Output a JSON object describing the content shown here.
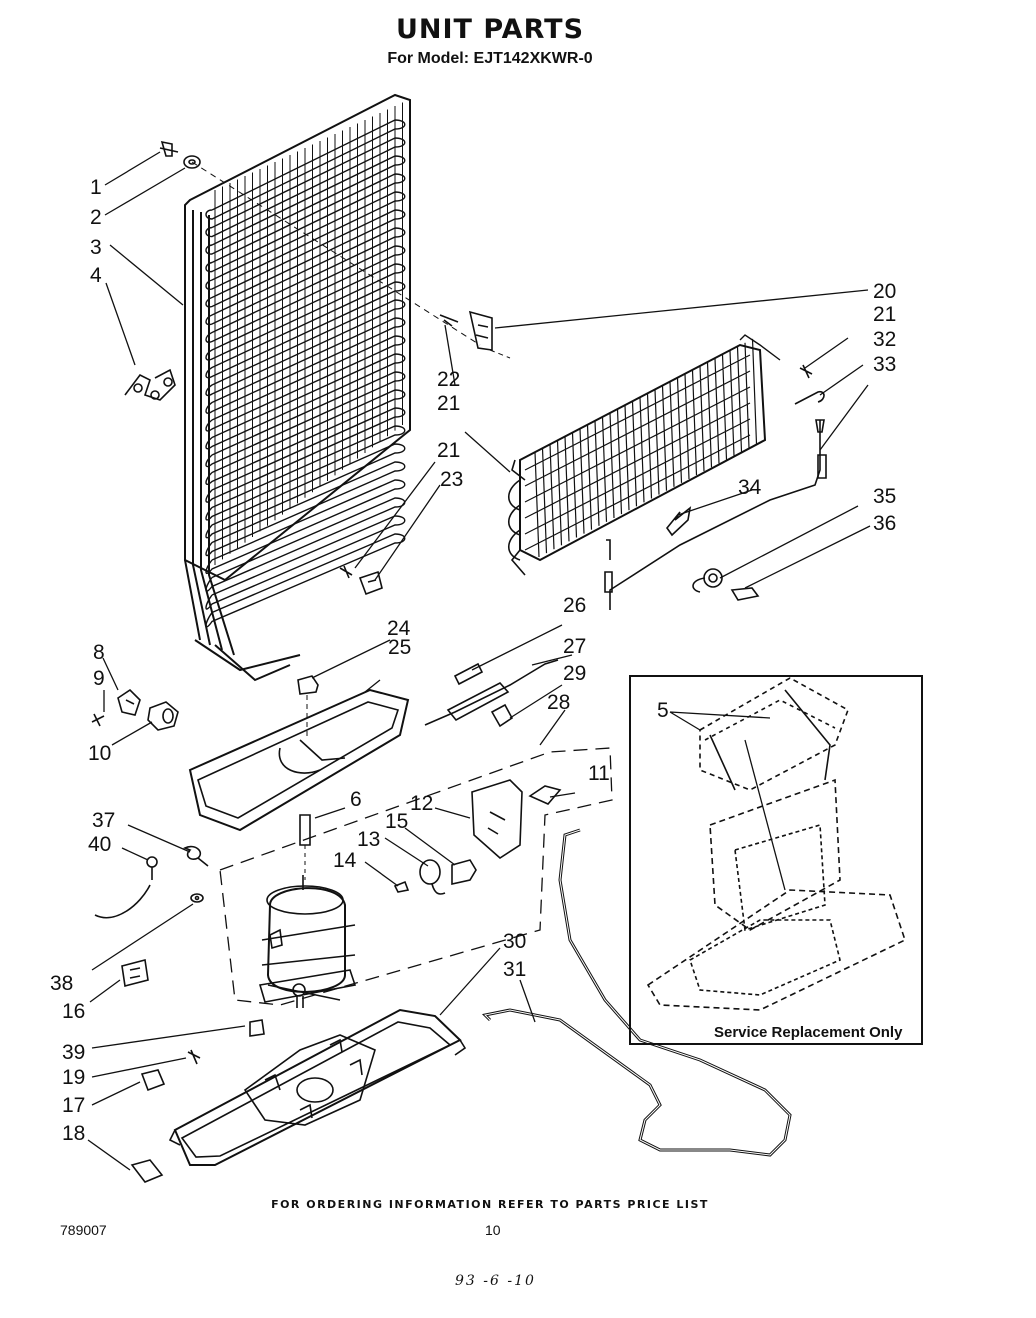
{
  "header": {
    "title": "UNIT PARTS",
    "subtitle": "For Model: EJT142XKWR-0"
  },
  "footer": {
    "ordering_note": "FOR ORDERING INFORMATION REFER TO PARTS PRICE LIST",
    "doc_number": "789007",
    "page_number": "10",
    "handwritten_date": "93 -6 -10"
  },
  "inset": {
    "label": "Service Replacement Only"
  },
  "callouts": [
    "1",
    "2",
    "3",
    "4",
    "5",
    "6",
    "8",
    "9",
    "10",
    "11",
    "12",
    "13",
    "14",
    "15",
    "16",
    "17",
    "18",
    "19",
    "20",
    "21",
    "21",
    "21",
    "22",
    "23",
    "24",
    "25",
    "26",
    "27",
    "28",
    "29",
    "30",
    "31",
    "32",
    "33",
    "34",
    "35",
    "36",
    "37",
    "38",
    "39",
    "40"
  ]
}
